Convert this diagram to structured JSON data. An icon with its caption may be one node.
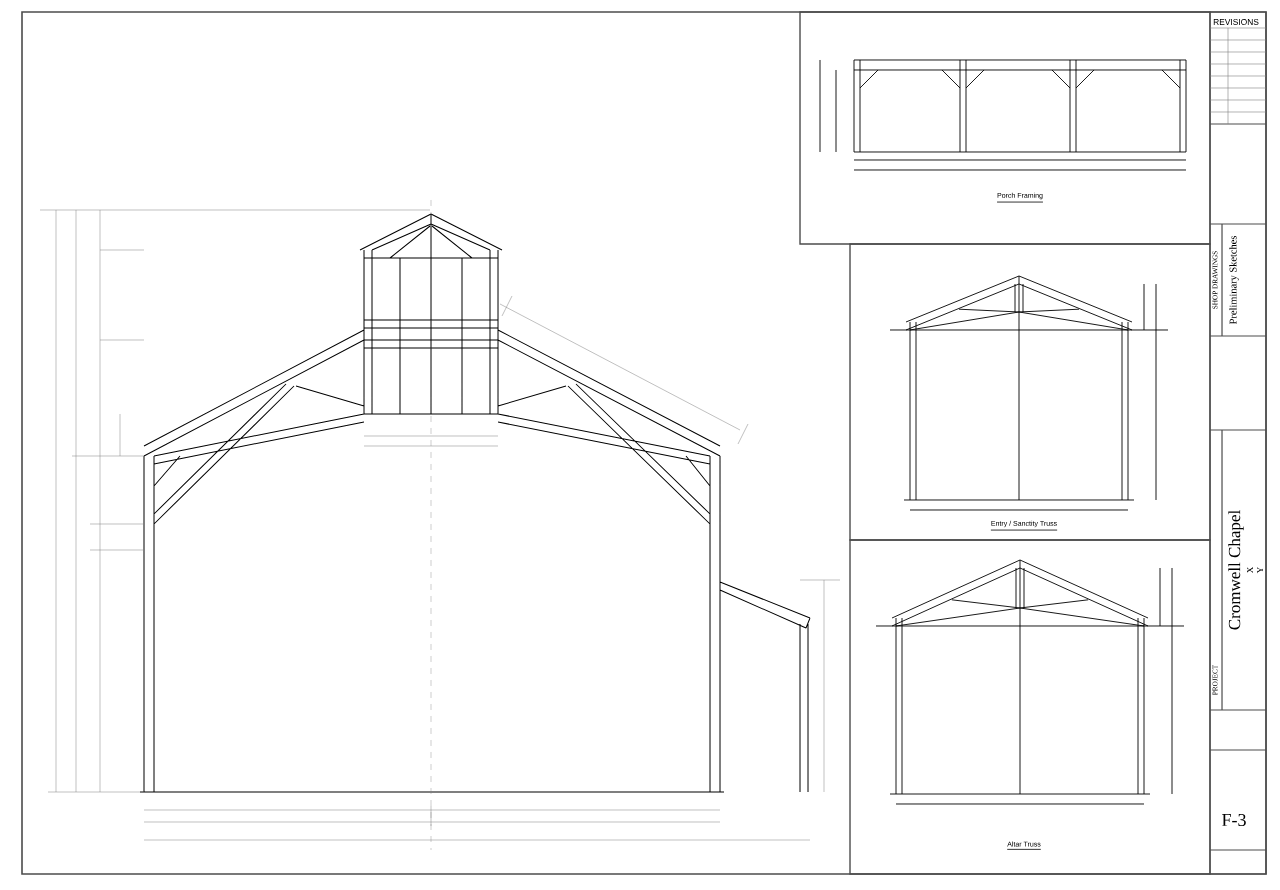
{
  "diagram": {
    "labels": [
      "Porch Framing",
      "Entry / Sanctity Truss",
      "Altar Truss",
      "REVISIONS",
      "SHOP DRAWINGS",
      "Preliminary Sketches",
      "Cromwell Chapel",
      "X",
      "Y",
      "PROJECT",
      "F-3"
    ]
  }
}
